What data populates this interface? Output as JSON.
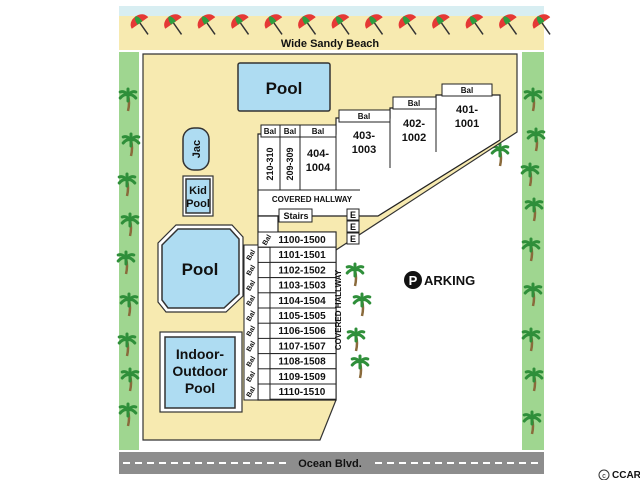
{
  "beach_label": "Wide Sandy Beach",
  "road_label": "Ocean Blvd.",
  "watermark": "CCAR",
  "parking": {
    "badge": "P",
    "label": "ARKING"
  },
  "pools": {
    "top": "Pool",
    "jacuzzi": "Jac",
    "kid_line1": "Kid",
    "kid_line2": "Pool",
    "main": "Pool",
    "indoor_line1": "Indoor-",
    "indoor_line2": "Outdoor",
    "indoor_line3": "Pool"
  },
  "top_units": {
    "u210": "210-310",
    "u209": "209-309",
    "u404_line1": "404-",
    "u404_line2": "1004",
    "u403_line1": "403-",
    "u403_line2": "1003",
    "u402_line1": "402-",
    "u402_line2": "1002",
    "u401_line1": "401-",
    "u401_line2": "1001"
  },
  "balcony": "Bal",
  "covered_hallway": "COVERED HALLWAY",
  "stairs": "Stairs",
  "elevator": "E",
  "stack_units": [
    "1100-1500",
    "1101-1501",
    "1102-1502",
    "1103-1503",
    "1104-1504",
    "1105-1505",
    "1106-1506",
    "1107-1507",
    "1108-1508",
    "1109-1509",
    "1110-1510"
  ],
  "colors": {
    "sand": "#f7eab0",
    "grass": "#9fd690",
    "pool": "#aedcf2",
    "road": "#8d8d8d",
    "umbrella_red": "#e53935",
    "umbrella_green": "#2e9e3e"
  }
}
